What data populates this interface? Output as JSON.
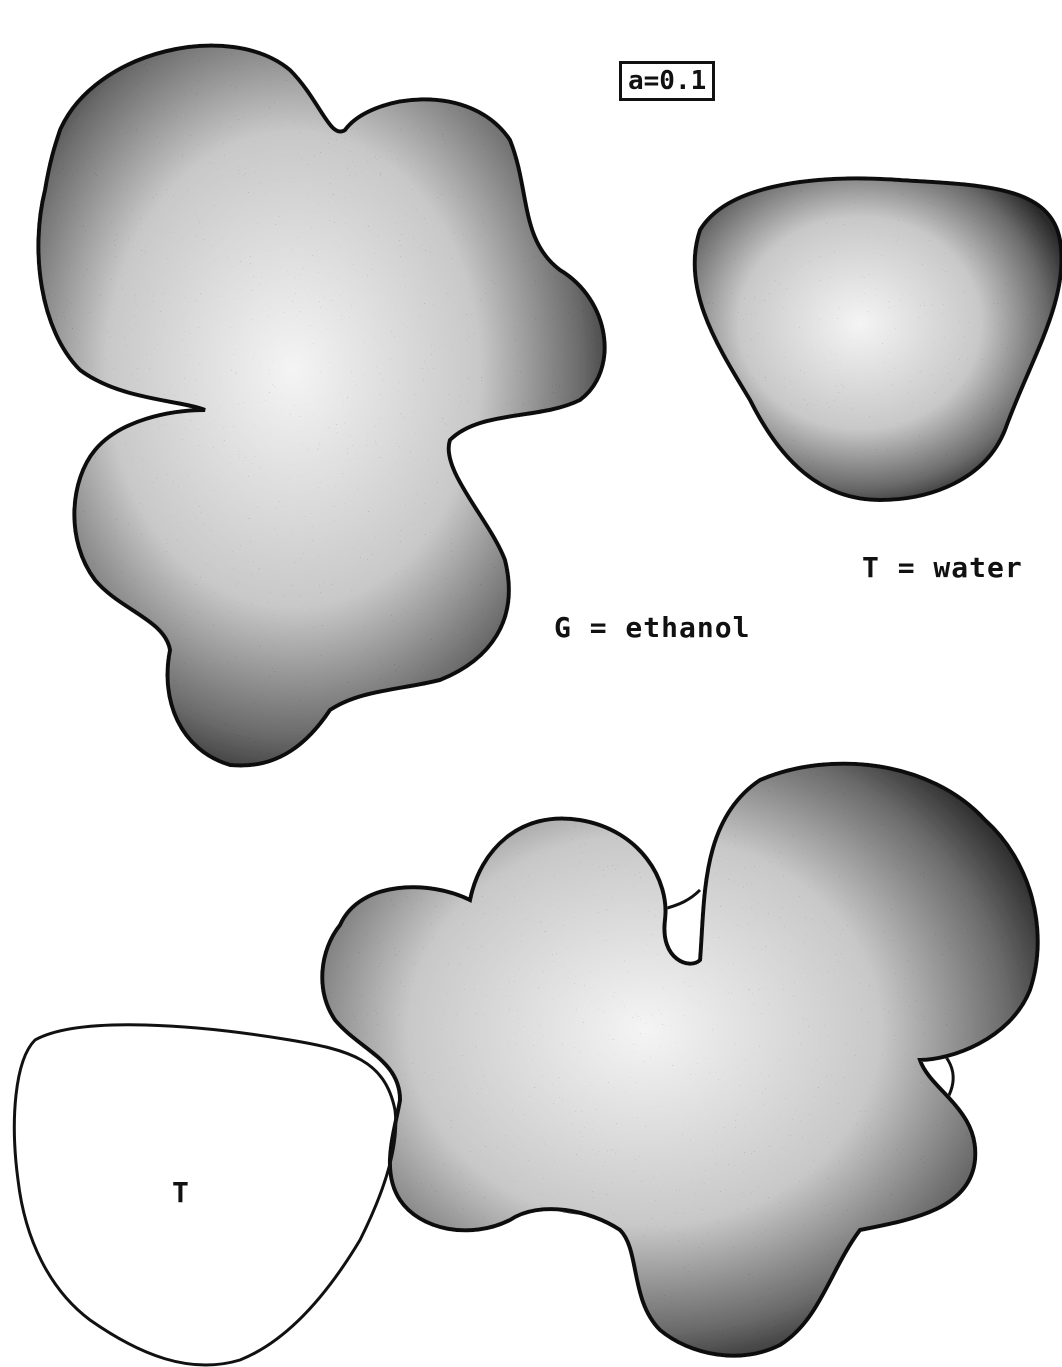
{
  "parameter_label": "a=0.1",
  "molecules": {
    "guest": {
      "label": "G = ethanol"
    },
    "target": {
      "label": "T = water"
    },
    "complex_target": {
      "label": "T"
    }
  },
  "colors": {
    "ink": "#111111",
    "paper": "#ffffff"
  }
}
